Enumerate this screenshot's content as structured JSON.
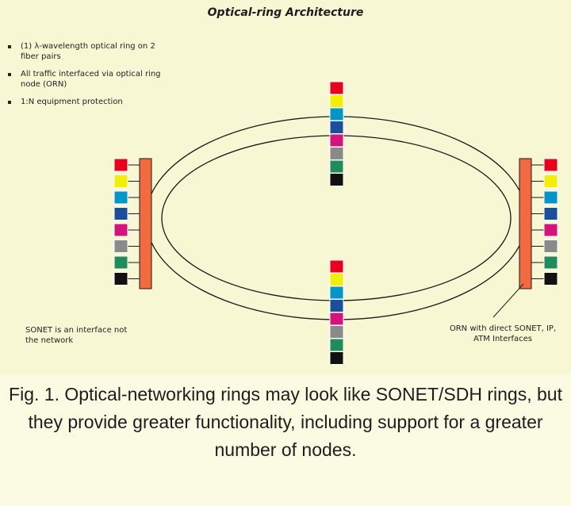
{
  "diagram": {
    "title": "Optical-ring Architecture",
    "bullets": [
      "(1) λ-wavelength optical ring on 2 fiber pairs",
      "All traffic interfaced via optical ring node (ORN)",
      "1:N equipment protection"
    ],
    "left_note": "SONET is an interface not the network",
    "right_note": "ORN with direct SONET, IP, ATM Interfaces",
    "port_colors": [
      "#e8001c",
      "#f2ef00",
      "#0096c8",
      "#1a4f9c",
      "#d4147c",
      "#8a8a8a",
      "#1f8c5a",
      "#111111"
    ],
    "node_color": "#f26a3d"
  },
  "caption": "Fig. 1. Optical-networking rings may look like SONET/SDH rings, but they provide greater functionality, including support for a greater number of nodes."
}
